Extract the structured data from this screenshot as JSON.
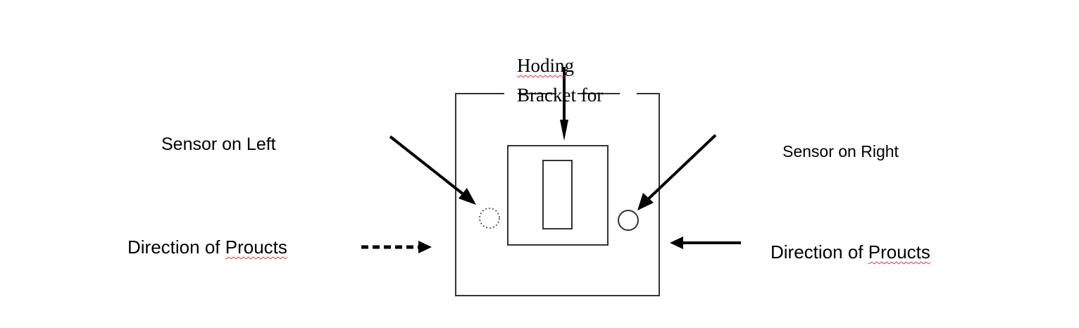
{
  "labels": {
    "sensor_left": "Sensor on Left",
    "sensor_right": "Sensor on Right",
    "direction_left_prefix": "Direction of ",
    "direction_left_word": "Proucts",
    "direction_right_prefix": "Direction of ",
    "direction_right_word": "Proucts",
    "bracket_line1": "Hoding",
    "bracket_line2": "Bracket for"
  },
  "colors": {
    "line": "#000000",
    "outline": "#333333",
    "spellcheck": "#dd3333"
  }
}
